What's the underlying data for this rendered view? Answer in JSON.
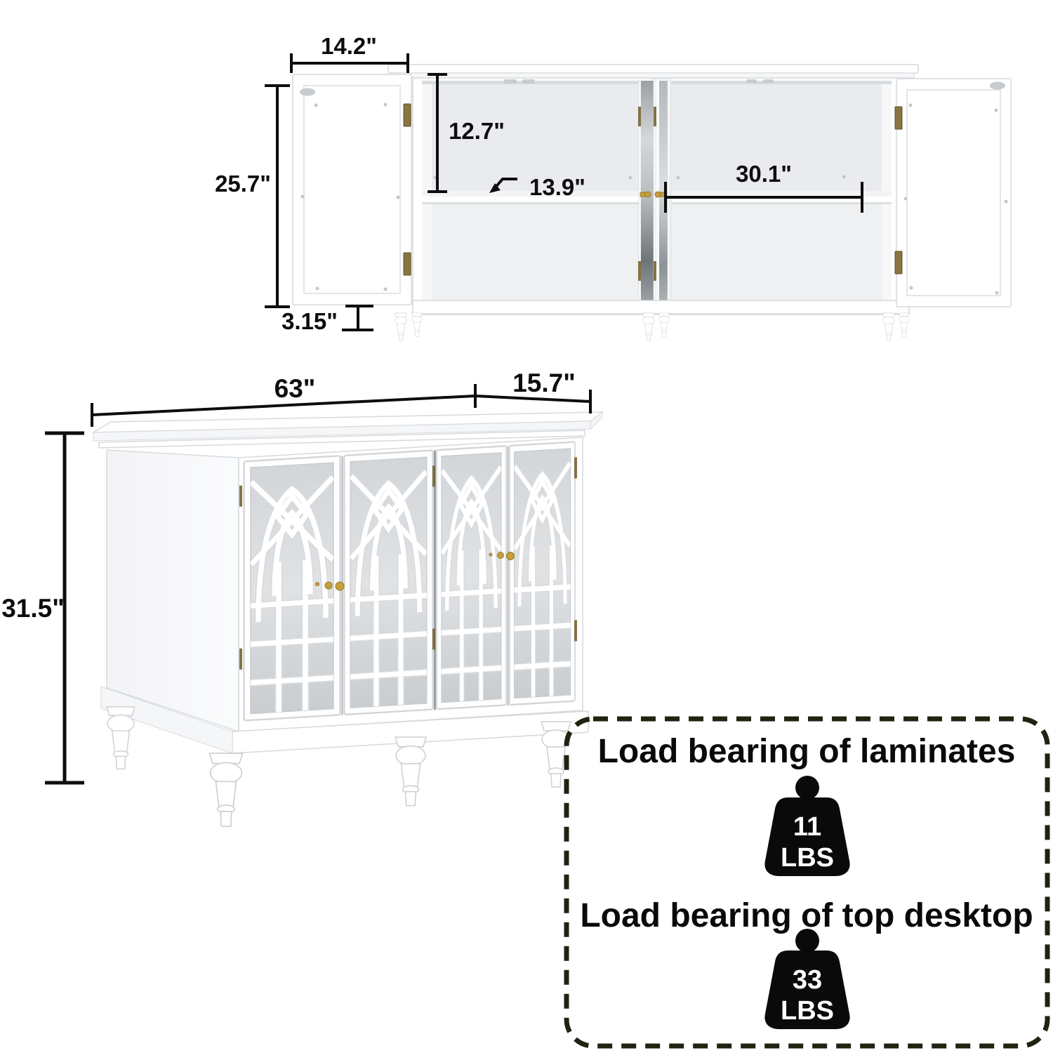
{
  "colors": {
    "dimension_line": "#0d0d0d",
    "cabinet_white": "#ffffff",
    "cabinet_outline": "#d6d9dc",
    "interior_gray": "#e9ebee",
    "mirror_dark": "#7b8084",
    "mirror_light": "#d5d8da",
    "door_mirror_gray": "#ccd0d3",
    "knob_gold": "#c79f3a",
    "hinge_brass": "#8a7440",
    "load_box_border": "#1e2410",
    "weight_icon": "#0a0a0a",
    "weight_text": "#ffffff"
  },
  "open_view": {
    "dims": {
      "door_width": "14.2\"",
      "cabinet_height": "25.7\"",
      "interior_height": "12.7\"",
      "shelf_depth": "13.9\"",
      "shelf_width": "30.1\"",
      "leg_height": "3.15\""
    }
  },
  "closed_view": {
    "dims": {
      "width": "63\"",
      "depth": "15.7\"",
      "height": "31.5\""
    }
  },
  "load_capacity": {
    "items": [
      {
        "title": "Load bearing of laminates",
        "value": "11",
        "unit": "LBS"
      },
      {
        "title": "Load bearing of top desktop",
        "value": "33",
        "unit": "LBS"
      }
    ]
  }
}
